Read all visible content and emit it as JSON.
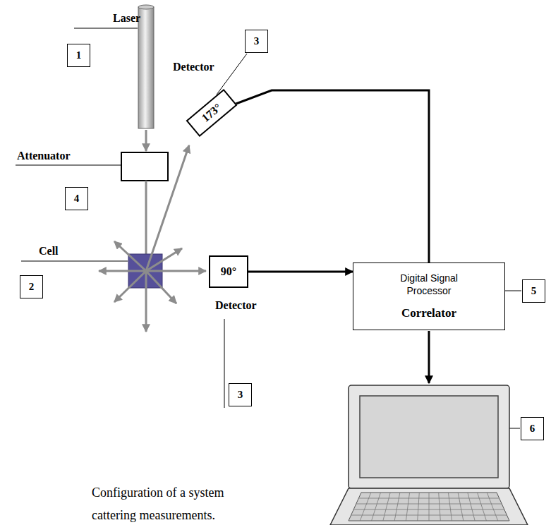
{
  "diagram": {
    "nodes": [
      {
        "text": [
          "173°"
        ]
      },
      {
        "text": [
          "90°"
        ]
      },
      {
        "text": [
          "Digital Signal Processor",
          "Correlator"
        ]
      }
    ],
    "edges": [
      {
        "from": 0,
        "to": 2,
        "arrow": "none"
      },
      {
        "from": 1,
        "to": 2,
        "arrow": "to"
      }
    ],
    "labels": [
      "Laser",
      "1",
      "3",
      "Detector",
      "Attenuator",
      "4",
      "Cell",
      "2",
      "5",
      "Detector",
      "3",
      "6",
      "Configuration of a system",
      "cattering measurements."
    ]
  }
}
